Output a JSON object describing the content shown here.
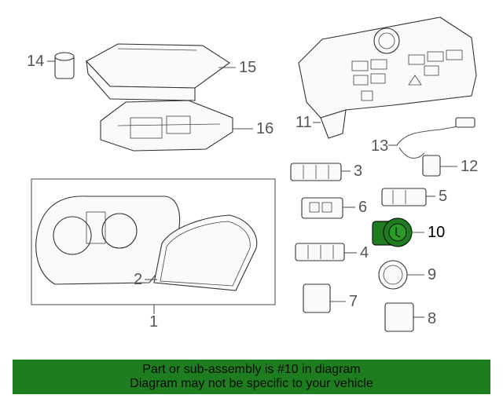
{
  "callouts": [
    {
      "id": "1",
      "label": "1"
    },
    {
      "id": "2",
      "label": "2"
    },
    {
      "id": "3",
      "label": "3"
    },
    {
      "id": "4",
      "label": "4"
    },
    {
      "id": "5",
      "label": "5"
    },
    {
      "id": "6",
      "label": "6"
    },
    {
      "id": "7",
      "label": "7"
    },
    {
      "id": "8",
      "label": "8"
    },
    {
      "id": "9",
      "label": "9"
    },
    {
      "id": "10",
      "label": "10"
    },
    {
      "id": "11",
      "label": "11"
    },
    {
      "id": "12",
      "label": "12"
    },
    {
      "id": "13",
      "label": "13"
    },
    {
      "id": "14",
      "label": "14"
    },
    {
      "id": "15",
      "label": "15"
    },
    {
      "id": "16",
      "label": "16"
    }
  ],
  "highlighted_part": "10",
  "highlight_color": "#1e7d1e",
  "banner": {
    "line1": "Part or sub-assembly is #10 in diagram",
    "line2": "Diagram may not be specific to your vehicle"
  }
}
